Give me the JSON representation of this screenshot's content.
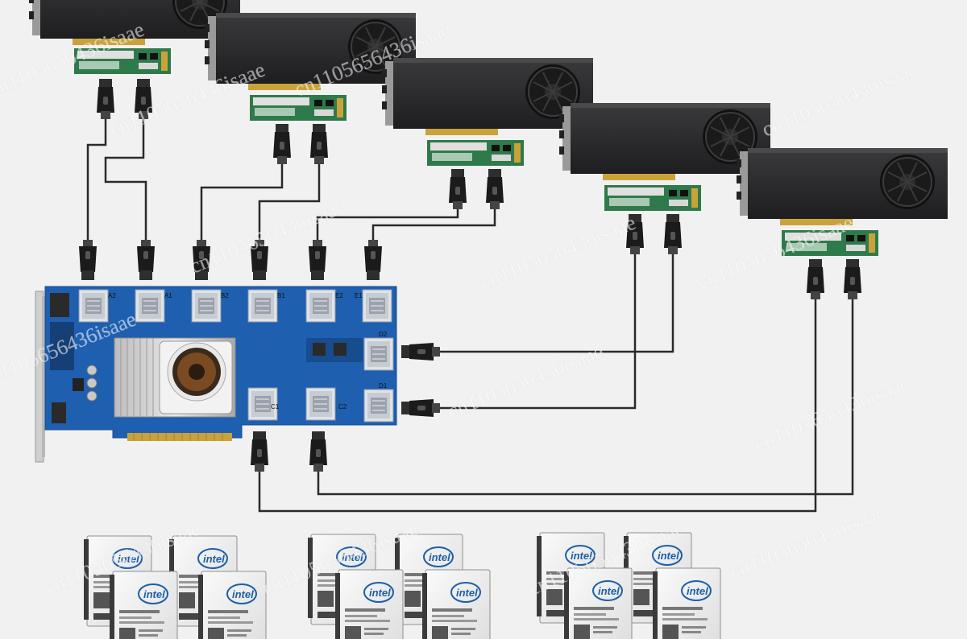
{
  "watermark": {
    "text": "cn1105656436isaae"
  },
  "host_card": {
    "ports_top": [
      "A2",
      "A1",
      "B2",
      "B1",
      "E2",
      "E1"
    ],
    "ports_right": [
      "D2",
      "D1"
    ],
    "ports_bottom": [
      "C1",
      "C2"
    ],
    "heatsink_fan": "fan-icon"
  },
  "gpu_cards": {
    "count": 5,
    "fan_icon": "fan-icon"
  },
  "ssds": {
    "groups": 3,
    "per_group": 4,
    "logo_text": "intel"
  },
  "colors": {
    "pcb_blue": "#1e5fb0",
    "gpu_body": "#2b2b2d",
    "riser_green": "#2f7a4a",
    "cable": "#2a2a2a",
    "background": "#f1f1f1"
  }
}
